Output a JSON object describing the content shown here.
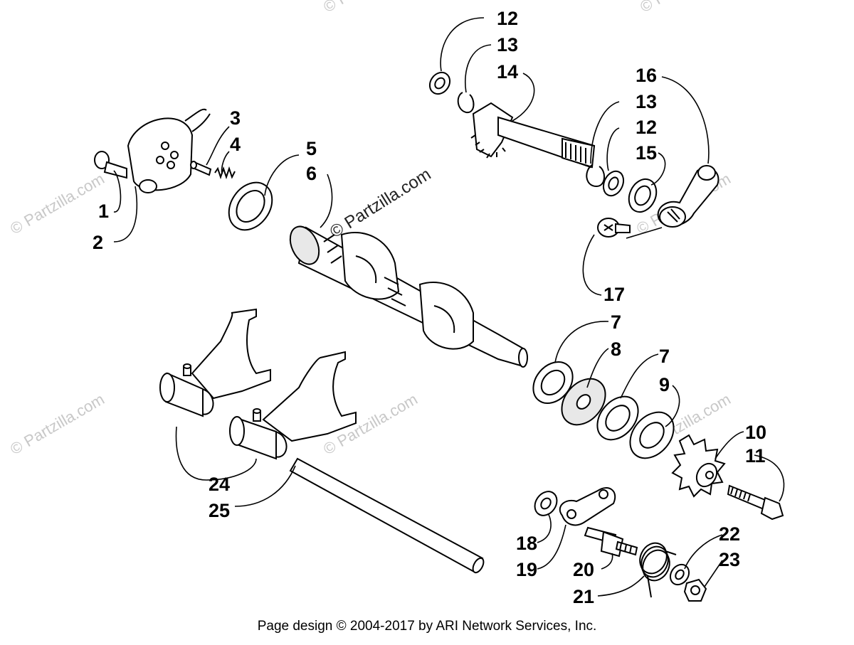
{
  "watermark": {
    "main": "© Partzilla.com",
    "faint": "© Partzilla.com"
  },
  "footer": "Page design © 2004-2017 by ARI Network Services, Inc.",
  "parts": {
    "p1": "1",
    "p2": "2",
    "p3": "3",
    "p4": "4",
    "p5": "5",
    "p6": "6",
    "p7a": "7",
    "p7b": "7",
    "p8": "8",
    "p9": "9",
    "p10": "10",
    "p11": "11",
    "p12a": "12",
    "p12b": "12",
    "p13a": "13",
    "p13b": "13",
    "p14": "14",
    "p15": "15",
    "p16": "16",
    "p17": "17",
    "p18": "18",
    "p19": "19",
    "p20": "20",
    "p21": "21",
    "p22": "22",
    "p23": "23",
    "p24": "24",
    "p25": "25"
  }
}
